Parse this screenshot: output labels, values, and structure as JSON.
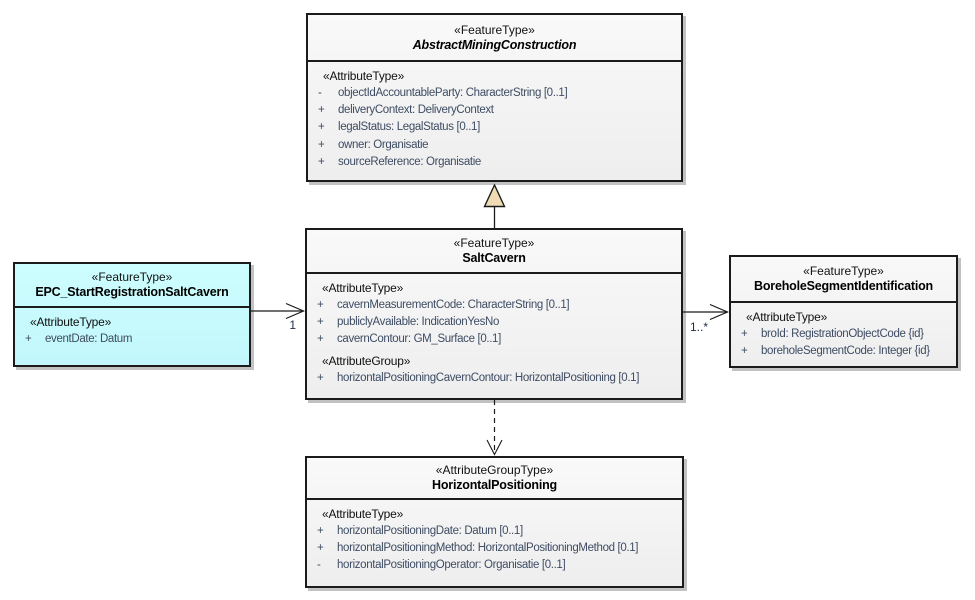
{
  "diagram": {
    "type": "uml-class-diagram",
    "background": "#FFFFFF"
  },
  "colors": {
    "box_fill": "#F2F2F2",
    "event_box_fill": "#C9FDFE",
    "generalization_triangle_fill": "#F0DCB4",
    "border": "#1B1B1B",
    "shadow": "#C2C2C2",
    "attribute_text": "#3E4C63"
  },
  "classes": [
    {
      "key": "abstract-mining-construction",
      "stereotype": "«FeatureType»",
      "name": "AbstractMiningConstruction",
      "abstract": true,
      "sections": [
        {
          "label": "«AttributeType»",
          "rows": [
            {
              "vis": "-",
              "text": "objectIdAccountableParty: CharacterString [0..1]"
            },
            {
              "vis": "+",
              "text": "deliveryContext: DeliveryContext"
            },
            {
              "vis": "+",
              "text": "legalStatus: LegalStatus [0..1]"
            },
            {
              "vis": "+",
              "text": "owner: Organisatie"
            },
            {
              "vis": "+",
              "text": "sourceReference: Organisatie"
            }
          ]
        }
      ]
    },
    {
      "key": "salt-cavern",
      "stereotype": "«FeatureType»",
      "name": "SaltCavern",
      "abstract": false,
      "sections": [
        {
          "label": "«AttributeType»",
          "rows": [
            {
              "vis": "+",
              "text": "cavernMeasurementCode: CharacterString [0..1]"
            },
            {
              "vis": "+",
              "text": "publiclyAvailable: IndicationYesNo"
            },
            {
              "vis": "+",
              "text": "cavernContour: GM_Surface [0..1]"
            }
          ]
        },
        {
          "label": "«AttributeGroup»",
          "rows": [
            {
              "vis": "+",
              "text": "horizontalPositioningCavernContour: HorizontalPositioning [0.1]"
            }
          ]
        }
      ]
    },
    {
      "key": "epc-start-registration-salt-cavern",
      "stereotype": "«FeatureType»",
      "name": "EPC_StartRegistrationSaltCavern",
      "abstract": false,
      "sections": [
        {
          "label": "«AttributeType»",
          "rows": [
            {
              "vis": "+",
              "text": "eventDate: Datum"
            }
          ]
        }
      ]
    },
    {
      "key": "borehole-segment-identification",
      "stereotype": "«FeatureType»",
      "name": "BoreholeSegmentIdentification",
      "abstract": false,
      "sections": [
        {
          "label": "«AttributeType»",
          "rows": [
            {
              "vis": "+",
              "text": "broId: RegistrationObjectCode {id}"
            },
            {
              "vis": "+",
              "text": "boreholeSegmentCode: Integer {id}"
            }
          ]
        }
      ]
    },
    {
      "key": "horizontal-positioning",
      "stereotype": "«AttributeGroupType»",
      "name": "HorizontalPositioning",
      "abstract": false,
      "sections": [
        {
          "label": "«AttributeType»",
          "rows": [
            {
              "vis": "+",
              "text": "horizontalPositioningDate: Datum [0..1]"
            },
            {
              "vis": "+",
              "text": "horizontalPositioningMethod: HorizontalPositioningMethod [0.1]"
            },
            {
              "vis": "-",
              "text": "horizontalPositioningOperator: Organisatie [0..1]"
            }
          ]
        }
      ]
    }
  ],
  "connectors": [
    {
      "key": "generalization-saltcavern-to-abstractminingconstruction",
      "type": "generalization"
    },
    {
      "key": "association-epc-to-saltcavern",
      "type": "association",
      "target_multiplicity": "1"
    },
    {
      "key": "association-saltcavern-to-borehole",
      "type": "association",
      "target_multiplicity": "1..*"
    },
    {
      "key": "dependency-saltcavern-to-horizontalpositioning",
      "type": "dashed-dependency"
    }
  ]
}
